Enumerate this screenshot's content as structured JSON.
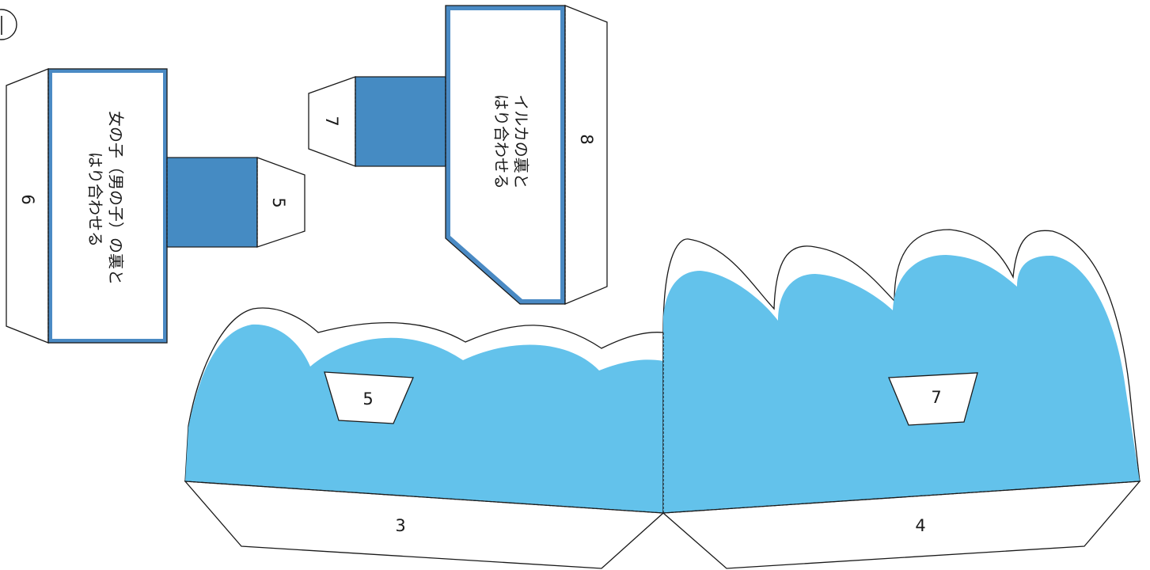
{
  "colors": {
    "outline": "#1a1a1a",
    "frame_blue": "#4a8ac4",
    "tab_blue": "#458bc3",
    "water_light": "#63c2eb",
    "paper": "#ffffff"
  },
  "piece_girl": {
    "note_line1": "女の子（男の子）の裏と",
    "note_line2": "はり合わせる",
    "tab_left_number": "6",
    "tab_right_number": "5"
  },
  "piece_dolphin": {
    "note_line1": "イルカの裏と",
    "note_line2": "はり合わせる",
    "tab_left_number": "7",
    "tab_right_number": "8"
  },
  "waves_piece": {
    "window_left_number": "5",
    "window_right_number": "7",
    "base_left_number": "3",
    "base_right_number": "4"
  }
}
